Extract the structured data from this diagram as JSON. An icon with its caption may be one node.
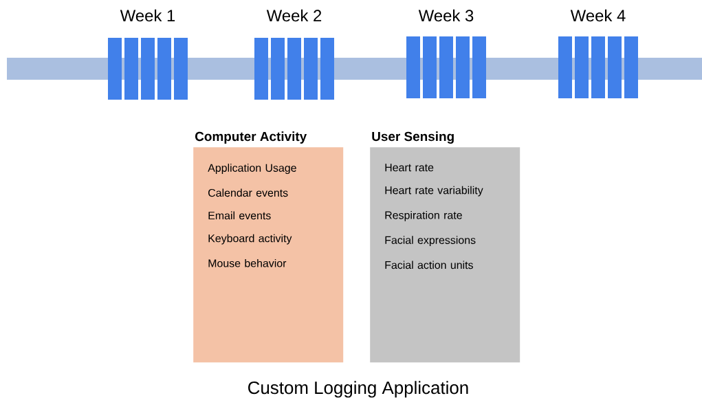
{
  "diagram": {
    "caption": "Custom Logging Application",
    "nodes": [
      {
        "text": [
          "Computer Activity",
          "Application Usage",
          "Calendar events",
          "Email events",
          "Keyboard activity",
          "Mouse behavior"
        ]
      },
      {
        "text": [
          "User Sensing",
          "Heart rate",
          "Heart rate variability",
          "Respiration rate",
          "Facial expressions",
          "Facial action units"
        ]
      }
    ],
    "labels": [
      "Week 1",
      "Week 2",
      "Week 3",
      "Week 4"
    ]
  }
}
